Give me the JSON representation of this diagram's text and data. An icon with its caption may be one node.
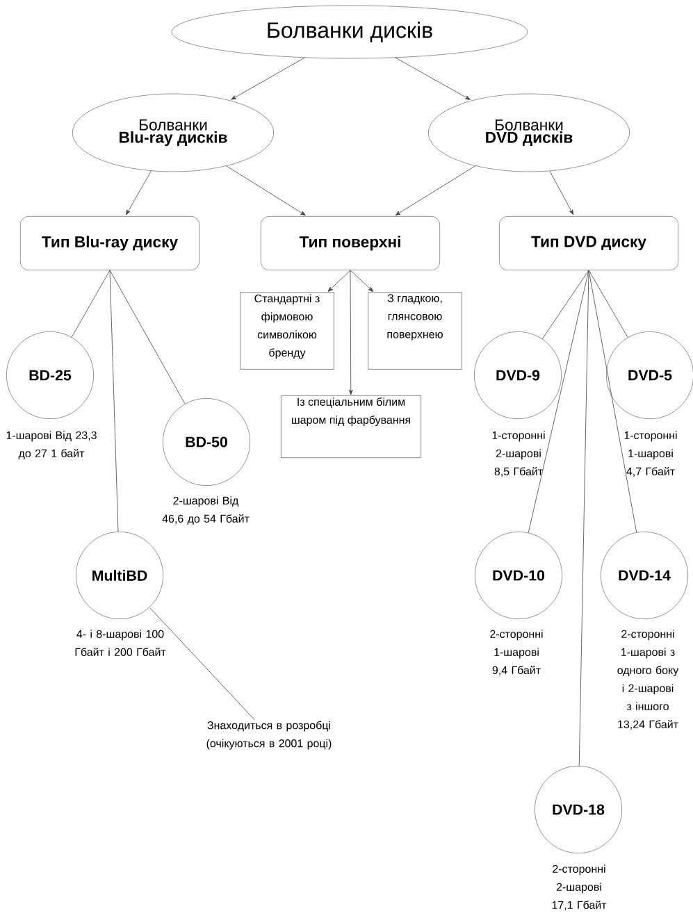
{
  "diagram": {
    "nodes": [
      {
        "text": [
          "Болванки дисків"
        ]
      },
      {
        "text": [
          "Болванки",
          "Blu-ray дисків"
        ]
      },
      {
        "text": [
          "Болванки",
          "DVD дисків"
        ]
      },
      {
        "text": [
          "Тип Blu-ray диску"
        ]
      },
      {
        "text": [
          "Тип поверхні"
        ]
      },
      {
        "text": [
          "Тип DVD диску"
        ]
      },
      {
        "text": [
          "Стандартні з фірмовою символікою бренду"
        ]
      },
      {
        "text": [
          "З гладкою, глянсовою поверхнею"
        ]
      },
      {
        "text": [
          "Із спеціальним білим шаром під фарбування"
        ]
      },
      {
        "text": [
          "BD-25"
        ],
        "beside": [
          "1-шарові Від 23,3 до 27 1 байт"
        ]
      },
      {
        "text": [
          "BD-50"
        ],
        "beside": [
          "2-шарові Від 46,6 до 54 Гбайт"
        ]
      },
      {
        "text": [
          "MultiBD"
        ],
        "beside": [
          "4- і 8-шарові 100 Гбайт і 200 Гбайт"
        ]
      },
      {
        "text": [
          "DVD-9"
        ],
        "beside": [
          "1-сторонні 2-шарові 8,5 Гбайт"
        ]
      },
      {
        "text": [
          "DVD-5"
        ],
        "beside": [
          "1-сторонні 1-шарові 4,7 Гбайт"
        ]
      },
      {
        "text": [
          "DVD-10"
        ],
        "beside": [
          "2-сторонні 1-шарові 9,4 Гбайт"
        ]
      },
      {
        "text": [
          "DVD-14"
        ],
        "beside": [
          "2-сторонні 1-шарові з одного боку і 2-шарові з іншого 13,24 Гбайт"
        ]
      },
      {
        "text": [
          "DVD-18"
        ],
        "beside": [
          "2-сторонні 2-шарові 17,1 Гбайт"
        ]
      },
      {
        "text": [
          "Знаходиться в розробці (очікуються в 2001 році)"
        ]
      }
    ],
    "edges": [
      {
        "from": 0,
        "to": 1,
        "arrow": "to"
      },
      {
        "from": 0,
        "to": 2,
        "arrow": "to"
      },
      {
        "from": 1,
        "to": 3,
        "arrow": "to"
      },
      {
        "from": 1,
        "to": 4,
        "arrow": "to"
      },
      {
        "from": 2,
        "to": 4,
        "arrow": "to"
      },
      {
        "from": 2,
        "to": 5,
        "arrow": "to"
      },
      {
        "from": 4,
        "to": 6,
        "arrow": "to"
      },
      {
        "from": 4,
        "to": 7,
        "arrow": "to"
      },
      {
        "from": 4,
        "to": 8,
        "arrow": "to"
      },
      {
        "from": 3,
        "to": 9,
        "arrow": "none"
      },
      {
        "from": 3,
        "to": 10,
        "arrow": "none"
      },
      {
        "from": 3,
        "to": 11,
        "arrow": "none"
      },
      {
        "from": 5,
        "to": 12,
        "arrow": "none"
      },
      {
        "from": 5,
        "to": 13,
        "arrow": "none"
      },
      {
        "from": 5,
        "to": 14,
        "arrow": "none"
      },
      {
        "from": 5,
        "to": 15,
        "arrow": "none"
      },
      {
        "from": 5,
        "to": 16,
        "arrow": "none"
      },
      {
        "from": 17,
        "to": 11,
        "arrow": "none"
      }
    ]
  }
}
